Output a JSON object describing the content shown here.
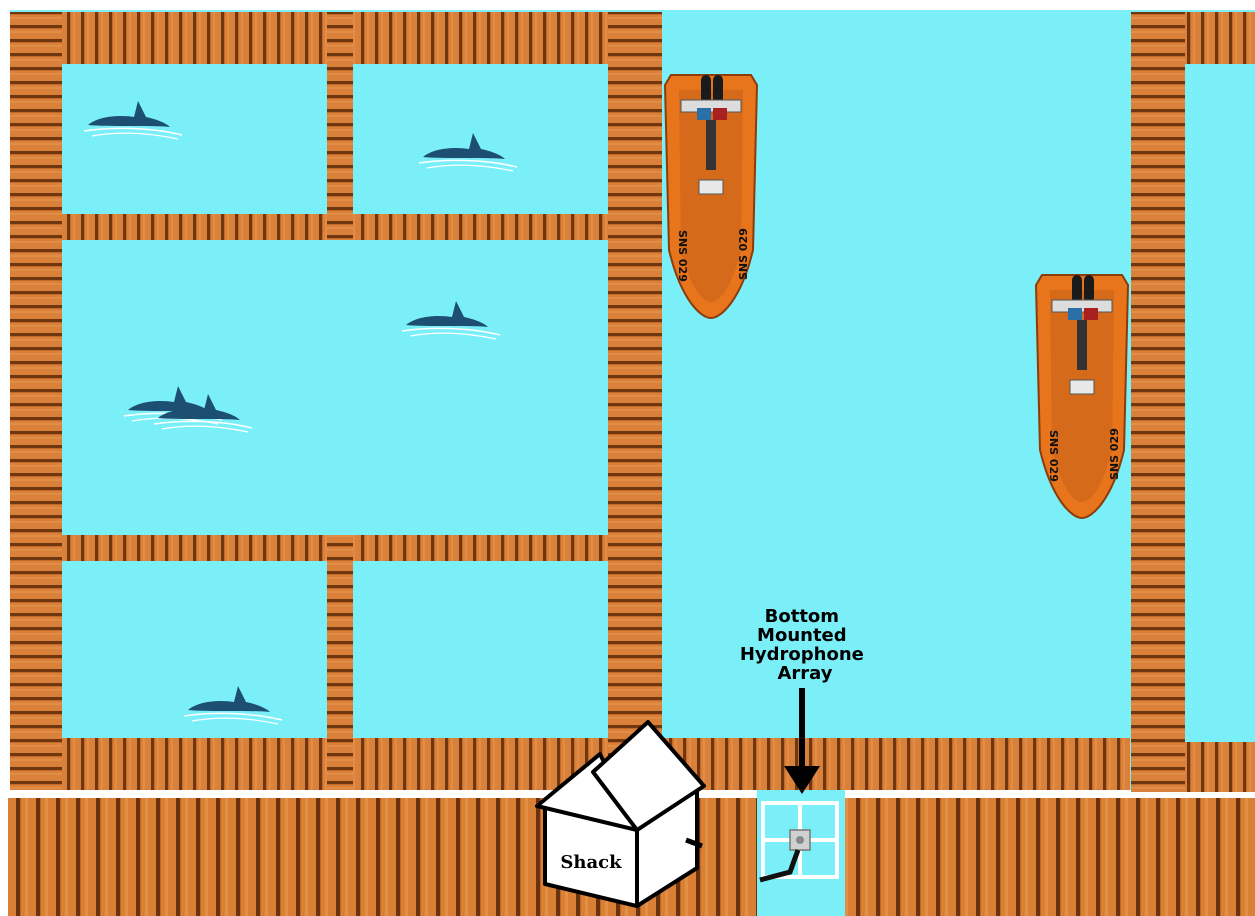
{
  "colors": {
    "water": "#7aeff8",
    "wood": "#c56a26",
    "wood_light": "#e08a40",
    "wood_dark": "#7a3c12",
    "boat_hull": "#e8741c",
    "boat_deck": "#d46a1a",
    "dolphin": "#1d4f73",
    "text": "#000000"
  },
  "labels": {
    "hydrophone": [
      "Bottom",
      "Mounted",
      "Hydrophone",
      "Array"
    ],
    "shack": "Shack",
    "boat_hull_id": "SNS 029"
  },
  "icons": [
    "dolphin-icon",
    "boat-icon",
    "shack-icon",
    "hydrophone-array-icon",
    "arrow-down-icon"
  ],
  "counts": {
    "dolphins": 6,
    "boats": 2
  }
}
